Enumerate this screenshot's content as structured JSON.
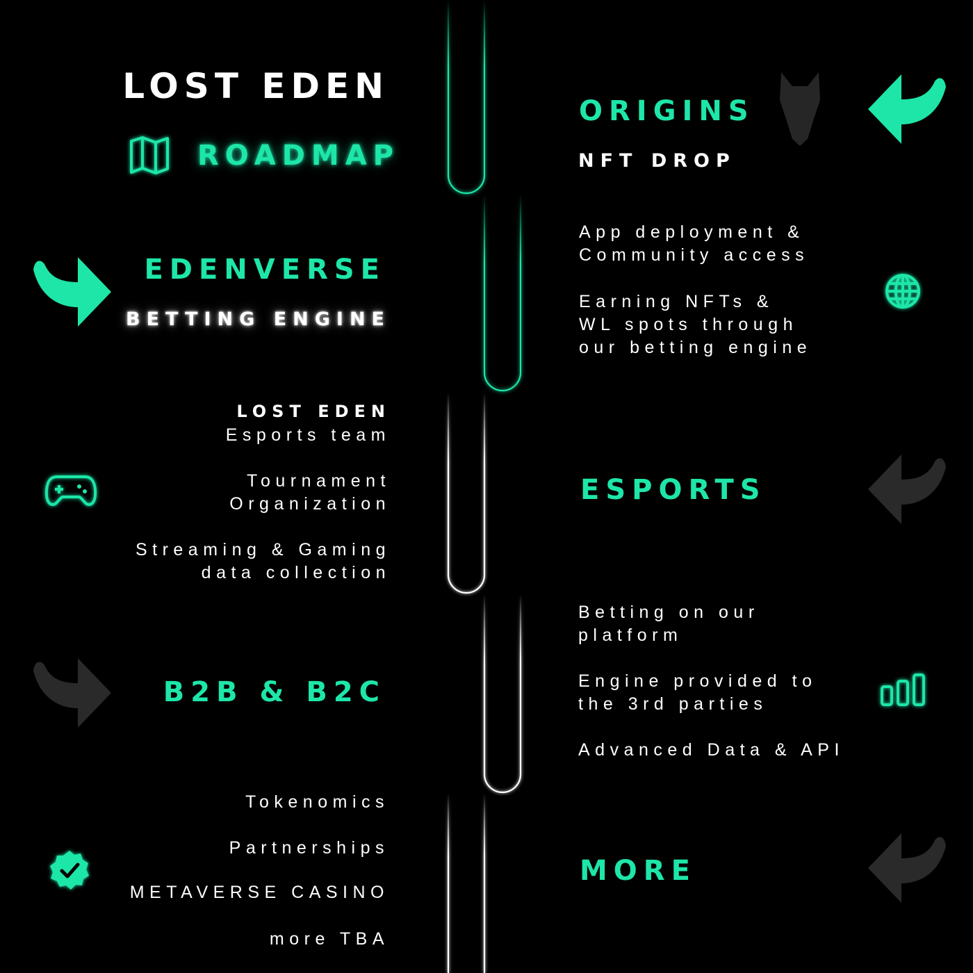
{
  "header": {
    "brand": "LOST EDEN",
    "title": "ROADMAP",
    "title_icon": "map-icon"
  },
  "colors": {
    "accent": "#1de6a8",
    "background": "#000000",
    "text": "#ffffff",
    "dim_icon": "#2a2a2a"
  },
  "phases": [
    {
      "heading": "ORIGINS",
      "subheading": "NFT DROP",
      "status_icon": "arrow-left-icon",
      "active": true,
      "decor_icon": "wolf-head-icon"
    },
    {
      "heading": "EDENVERSE",
      "subheading": "BETTING ENGINE",
      "status_icon": "arrow-right-icon",
      "active": true,
      "items": [
        "App deployment &\nCommunity access",
        "Earning NFTs &\nWL spots through\nour betting engine"
      ],
      "item_icon": "globe-icon"
    },
    {
      "heading": "ESPORTS",
      "status_icon": "arrow-left-icon",
      "active": false,
      "label": "LOST EDEN",
      "items": [
        "Esports team",
        "Tournament\nOrganization",
        "Streaming & Gaming\ndata collection"
      ],
      "item_icon": "gamepad-icon"
    },
    {
      "heading": "B2B & B2C",
      "status_icon": "arrow-right-icon",
      "active": false,
      "items": [
        "Betting on our\nplatform",
        "Engine provided to\nthe 3rd parties",
        "Advanced Data & API"
      ],
      "item_icon": "bar-chart-icon"
    },
    {
      "heading": "MORE",
      "status_icon": "arrow-left-icon",
      "active": false,
      "items": [
        "Tokenomics",
        "Partnerships",
        "METAVERSE CASINO",
        "more TBA"
      ],
      "item_icon": "verified-badge-icon"
    }
  ]
}
